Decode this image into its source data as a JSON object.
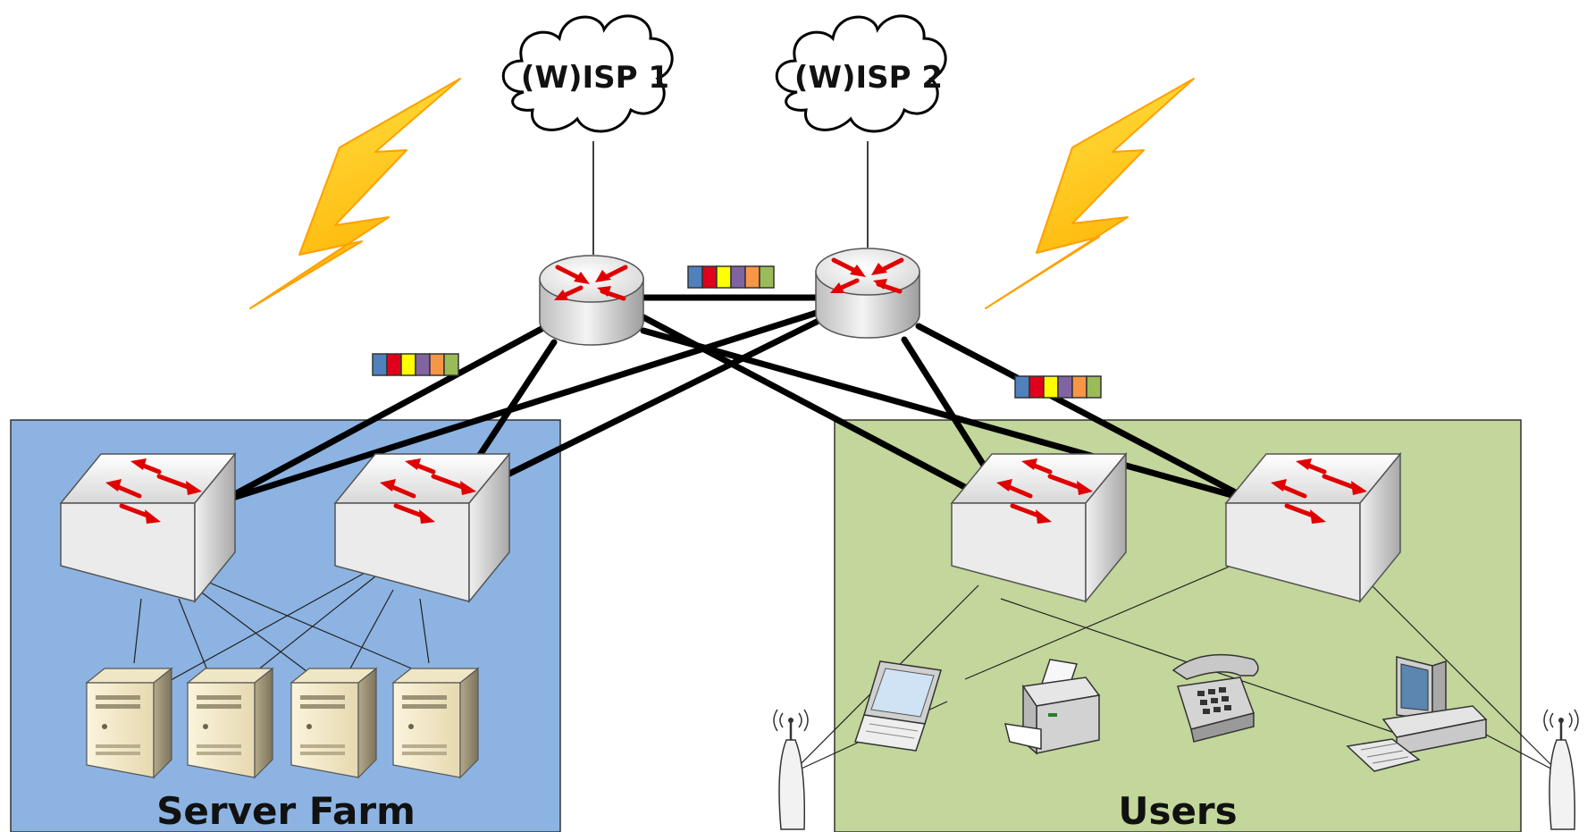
{
  "clouds": [
    {
      "label": "(W)ISP 1"
    },
    {
      "label": "(W)ISP 2"
    }
  ],
  "zones": {
    "server_farm": {
      "label": "Server Farm",
      "color": "#8db3e2"
    },
    "users": {
      "label": "Users",
      "color": "#c3d69b"
    }
  },
  "qos_bar_colors": [
    "#4f81bd",
    "#e0001b",
    "#ffff00",
    "#8064a2",
    "#f79646",
    "#9bbb59"
  ],
  "colors": {
    "link": "#000000",
    "arrow": "#e00000",
    "lightning_fill": "#ffd700",
    "lightning_stroke": "#ffa000"
  },
  "devices": {
    "routers": [
      "router-icon",
      "router-icon"
    ],
    "core_switches": [
      "switch-icon",
      "switch-icon",
      "switch-icon",
      "switch-icon"
    ],
    "servers": [
      "server-icon",
      "server-icon",
      "server-icon",
      "server-icon"
    ],
    "user_devices": [
      "laptop-icon",
      "printer-icon",
      "phone-icon",
      "desktop-icon"
    ],
    "access_points": [
      "wireless-ap-icon",
      "wireless-ap-icon"
    ]
  }
}
